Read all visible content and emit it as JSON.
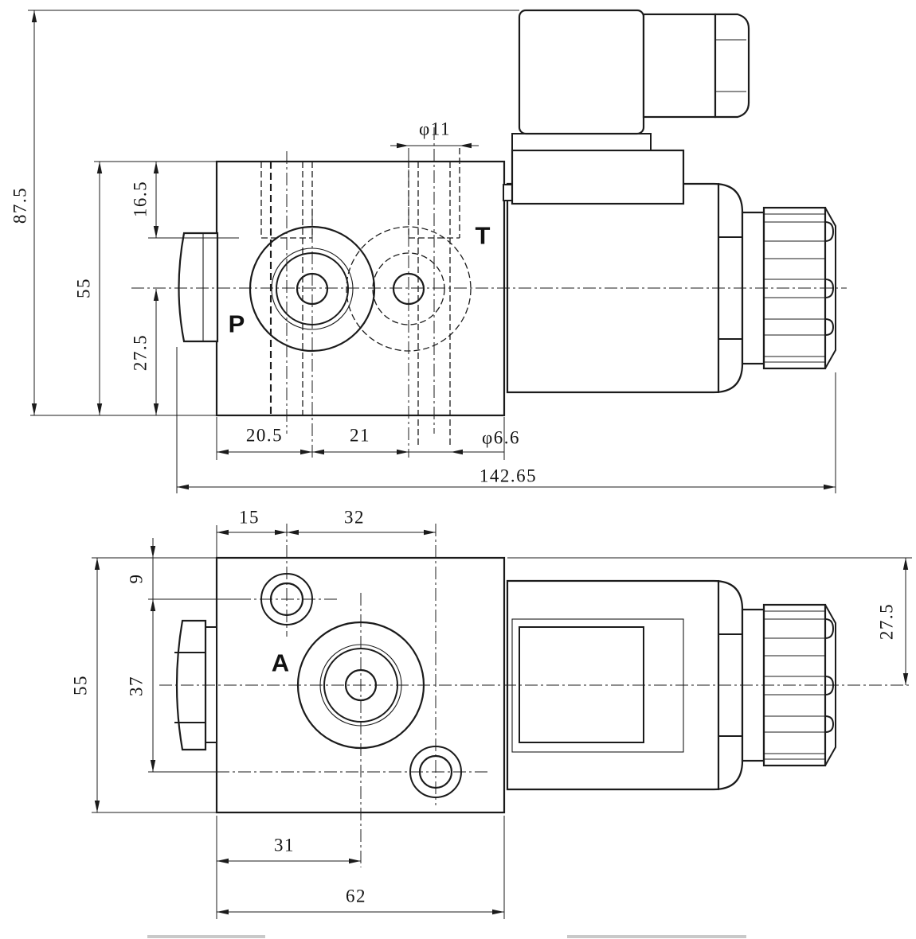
{
  "colors": {
    "line": "#1b1b1b",
    "background": "#ffffff"
  },
  "top": {
    "ports": {
      "p": "P",
      "t": "T"
    },
    "dims": {
      "overall_height": "87.5",
      "body_height": "55",
      "cbore_depth": "16.5",
      "axis_offset": "27.5",
      "cbore_dia": "φ11",
      "p_offset": "20.5",
      "pt_spacing": "21",
      "mount_dia": "φ6.6",
      "overall_length": "142.65"
    }
  },
  "bottom": {
    "ports": {
      "a": "A"
    },
    "dims": {
      "hole_x": "15",
      "hole_dx": "32",
      "hole_y": "9",
      "body_height": "55",
      "hole_dy": "37",
      "a_offset": "31",
      "body_width": "62",
      "coil_radius": "27.5"
    }
  }
}
